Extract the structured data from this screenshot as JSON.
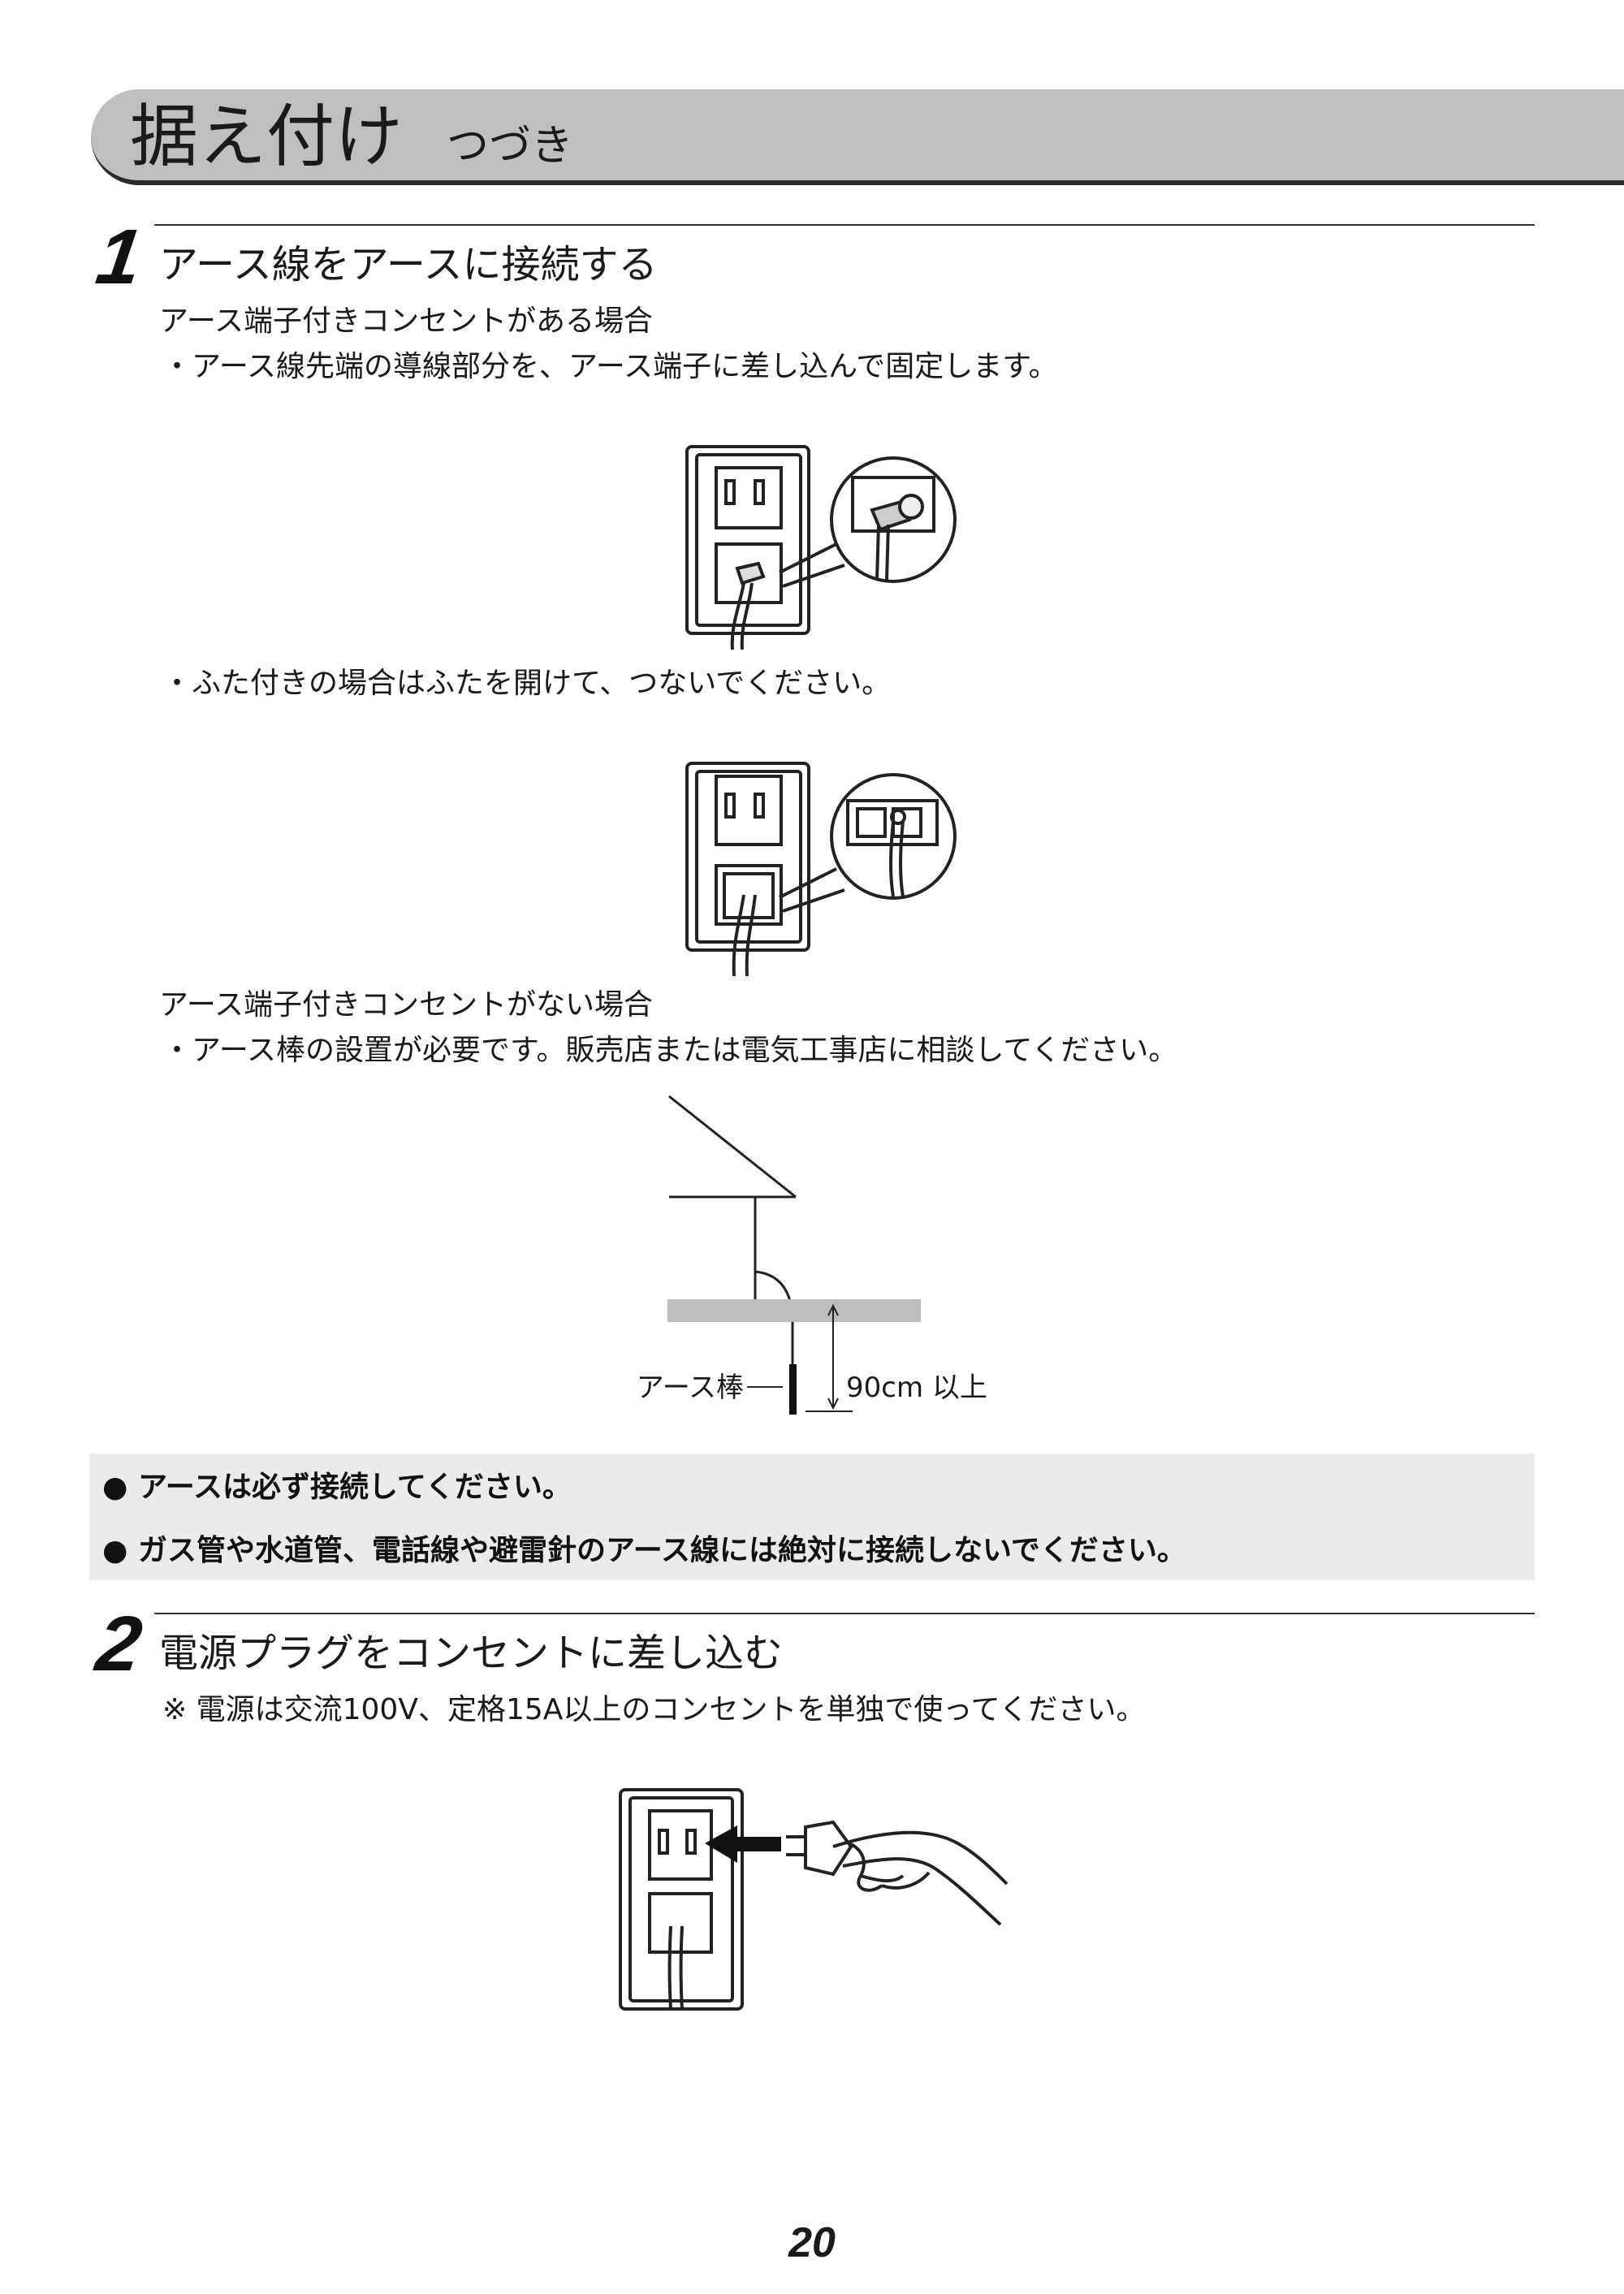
{
  "header": {
    "title": "据え付け",
    "subtitle": "つづき"
  },
  "step1": {
    "number": "1",
    "title": "アース線をアースに接続する",
    "with_terminal": {
      "heading": "アース端子付きコンセントがある場合",
      "bullet1": "・アース線先端の導線部分を、アース端子に差し込んで固定します。",
      "bullet2": "・ふた付きの場合はふたを開けて、つないでください。"
    },
    "without_terminal": {
      "heading": "アース端子付きコンセントがない場合",
      "bullet1": "・アース棒の設置が必要です。販売店または電気工事店に相談してください。"
    },
    "diagram": {
      "rod_label": "アース棒",
      "depth_label": "90cm 以上"
    }
  },
  "warnings": [
    "● アースは必ず接続してください。",
    "● ガス管や水道管、電話線や避雷針のアース線には絶対に接続しないでください。"
  ],
  "step2": {
    "number": "2",
    "title": "電源プラグをコンセントに差し込む",
    "note": "※ 電源は交流100V、定格15A以上のコンセントを単独で使ってください。"
  },
  "page_number": "20"
}
